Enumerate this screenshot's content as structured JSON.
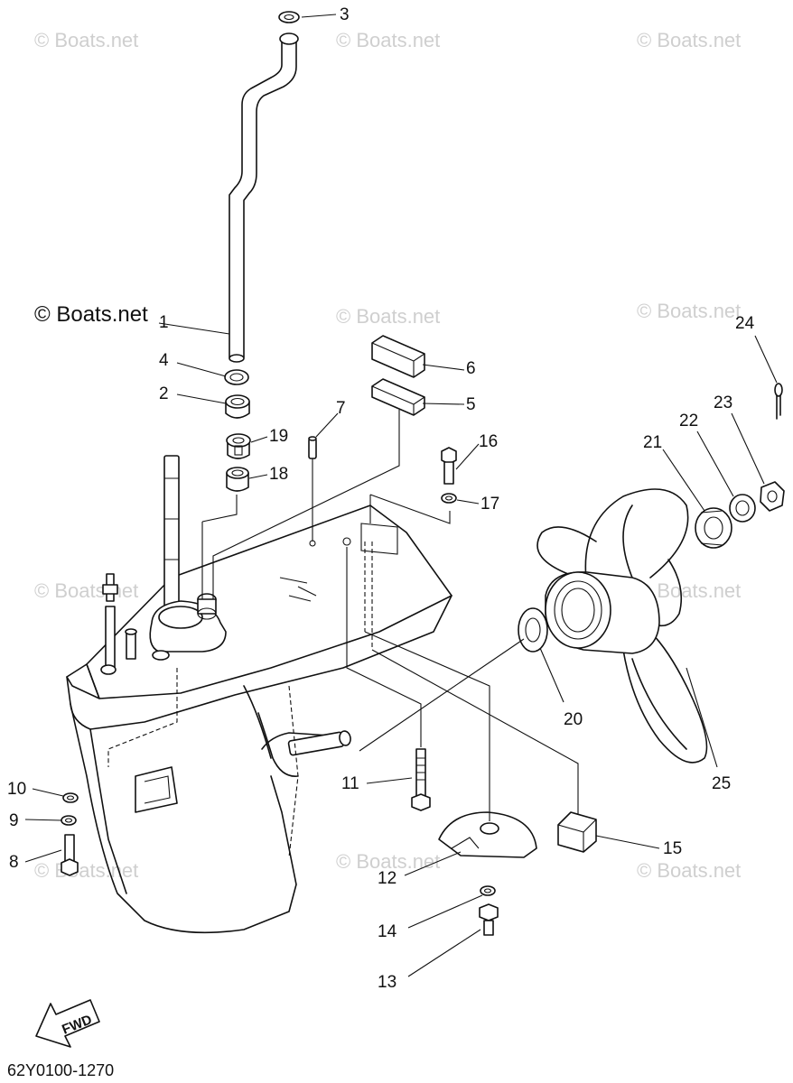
{
  "diagram": {
    "watermark_text": "© Boats.net",
    "copyright_text": "© Boats.net",
    "drawing_code": "62Y0100-1270",
    "fwd_label": "FWD",
    "callouts": [
      {
        "id": "1",
        "label": "1"
      },
      {
        "id": "2",
        "label": "2"
      },
      {
        "id": "3",
        "label": "3"
      },
      {
        "id": "4",
        "label": "4"
      },
      {
        "id": "5",
        "label": "5"
      },
      {
        "id": "6",
        "label": "6"
      },
      {
        "id": "7",
        "label": "7"
      },
      {
        "id": "8",
        "label": "8"
      },
      {
        "id": "9",
        "label": "9"
      },
      {
        "id": "10",
        "label": "10"
      },
      {
        "id": "11",
        "label": "11"
      },
      {
        "id": "12",
        "label": "12"
      },
      {
        "id": "13",
        "label": "13"
      },
      {
        "id": "14",
        "label": "14"
      },
      {
        "id": "15",
        "label": "15"
      },
      {
        "id": "16",
        "label": "16"
      },
      {
        "id": "17",
        "label": "17"
      },
      {
        "id": "18",
        "label": "18"
      },
      {
        "id": "19",
        "label": "19"
      },
      {
        "id": "20",
        "label": "20"
      },
      {
        "id": "21",
        "label": "21"
      },
      {
        "id": "22",
        "label": "22"
      },
      {
        "id": "23",
        "label": "23"
      },
      {
        "id": "24",
        "label": "24"
      },
      {
        "id": "25",
        "label": "25"
      }
    ]
  }
}
